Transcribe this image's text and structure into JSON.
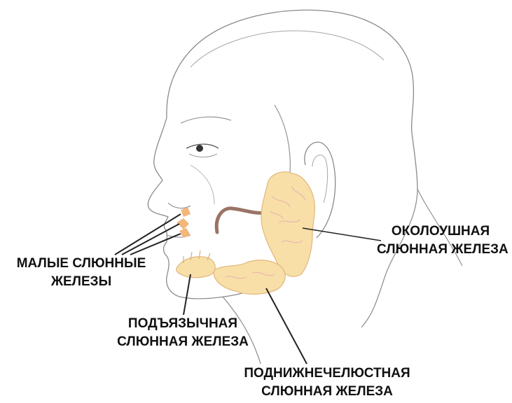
{
  "labels": {
    "minor": {
      "line1": "МАЛЫЕ СЛЮННЫЕ",
      "line2": "ЖЕЛЕЗЫ"
    },
    "parotid": {
      "line1": "ОКОЛОУШНАЯ",
      "line2": "СЛЮННАЯ ЖЕЛЕЗА"
    },
    "sublingual": {
      "line1": "ПОДЪЯЗЫЧНАЯ",
      "line2": "СЛЮННАЯ ЖЕЛЕЗА"
    },
    "submandibular": {
      "line1": "ПОДНИЖНЕЧЕЛЮСТНАЯ",
      "line2": "СЛЮННАЯ ЖЕЛЕЗА"
    }
  },
  "colors": {
    "outline": "#8a8a8a",
    "gland_fill": "#f8dfa8",
    "gland_detail": "#e9b9b0",
    "minor_gland": "#f3b77a",
    "duct": "#9a7466",
    "leader": "#222222"
  }
}
